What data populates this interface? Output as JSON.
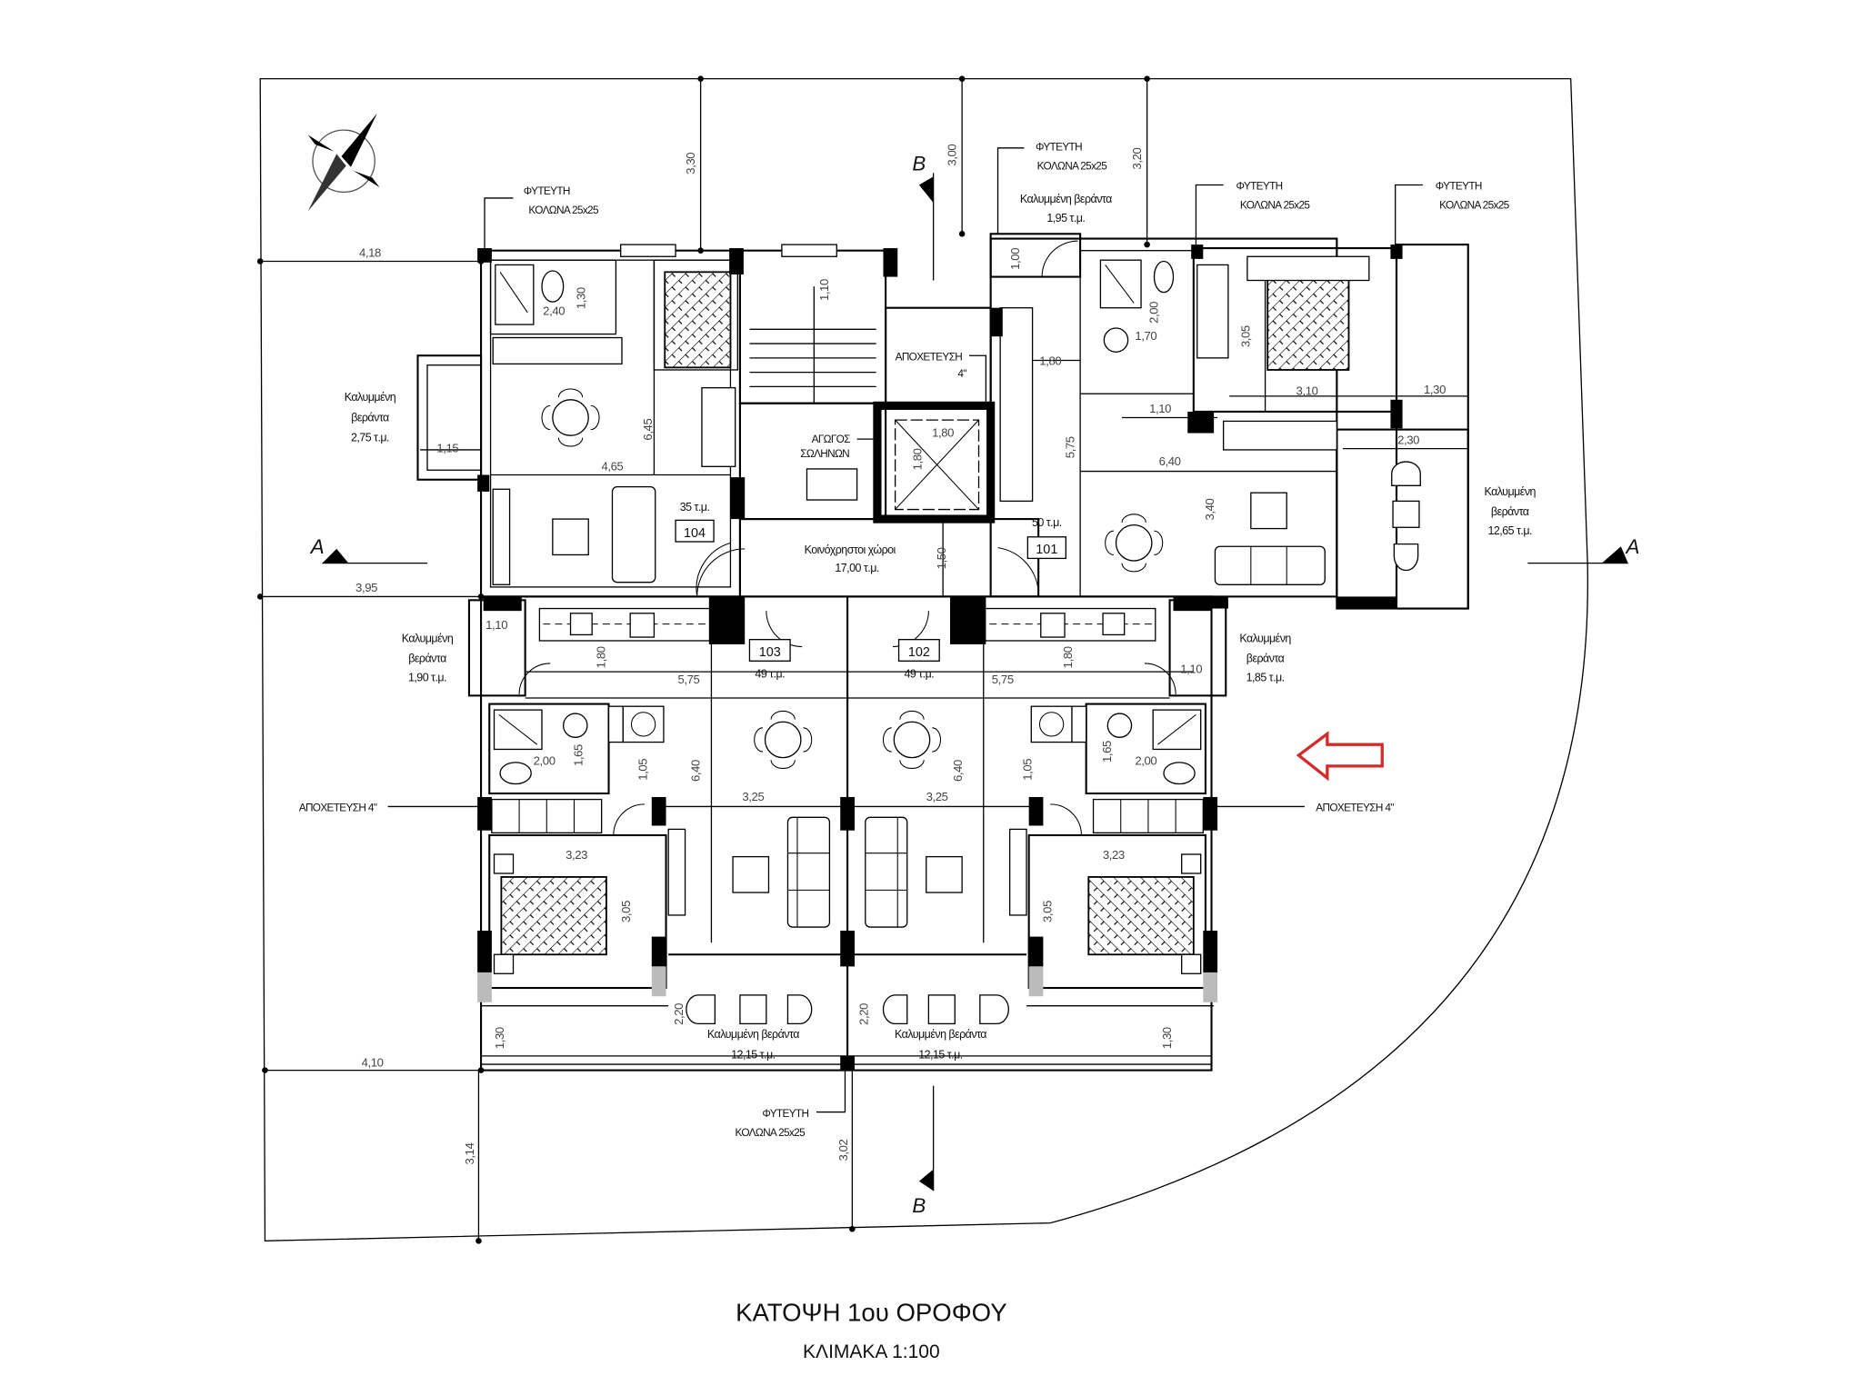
{
  "title": "ΚΑΤΟΨΗ 1ου ΟΡΟΦΟΥ",
  "scale": "ΚΛΙΜΑΚΑ 1:100",
  "section_markers": {
    "a": "A",
    "b": "B"
  },
  "column_label": {
    "line1": "ΦΥΤΕΥΤΗ",
    "line2": "ΚΟΛΩΝΑ 25x25"
  },
  "drainage": {
    "label": "ΑΠΟΧΕΤΕΥΣΗ",
    "size": "4\"",
    "full": "ΑΠΟΧΕΤΕΥΣΗ 4\""
  },
  "pipe_duct": {
    "line1": "ΑΓΩΓΟΣ",
    "line2": "ΣΩΛΗΝΩΝ"
  },
  "common_area": {
    "label": "Κοινόχρηστοι χώροι",
    "area": "17,00 τ.μ."
  },
  "units": [
    {
      "number": "104",
      "area": "35 τ.μ."
    },
    {
      "number": "101",
      "area": "50 τ.μ."
    },
    {
      "number": "103",
      "area": "49 τ.μ."
    },
    {
      "number": "102",
      "area": "49 τ.μ."
    }
  ],
  "verandas": [
    {
      "line1": "Καλυμμένη",
      "line2": "βεράντα",
      "area": "2,75 τ.μ."
    },
    {
      "line1": "Καλυμμένη βεράντα",
      "line2": "",
      "area": "1,95 τ.μ."
    },
    {
      "line1": "Καλυμμένη",
      "line2": "βεράντα",
      "area": "12,65 τ.μ."
    },
    {
      "line1": "Καλυμμένη",
      "line2": "βεράντα",
      "area": "1,90 τ.μ."
    },
    {
      "line1": "Καλυμμένη",
      "line2": "βεράντα",
      "area": "1,85 τ.μ."
    },
    {
      "line1": "Καλυμμένη βεράντα",
      "line2": "",
      "area": "12,15 τ.μ."
    },
    {
      "line1": "Καλυμμένη βεράντα",
      "line2": "",
      "area": "12,15 τ.μ."
    }
  ],
  "dimensions": [
    "4,18",
    "3,30",
    "3,00",
    "3,20",
    "1,00",
    "2,40",
    "1,30",
    "1,10",
    "6,45",
    "4,65",
    "1,15",
    "3,95",
    "1,80",
    "1,80",
    "1,80",
    "2,00",
    "1,70",
    "3,05",
    "3,10",
    "1,30",
    "1,10",
    "2,30",
    "5,75",
    "6,40",
    "3,40",
    "1,50",
    "1,10",
    "1,80",
    "5,75",
    "1,65",
    "2,00",
    "1,05",
    "6,40",
    "3,25",
    "3,23",
    "3,05",
    "2,20",
    "1,30",
    "4,10",
    "3,14",
    "3,02",
    "1,80",
    "5,75",
    "1,10",
    "6,40",
    "3,25",
    "1,05",
    "1,65",
    "2,00",
    "3,23",
    "3,05",
    "2,20",
    "1,30"
  ],
  "colors": {
    "arrow": "#d42a2a",
    "lines": "#000000"
  },
  "icons": [
    "north-arrow-icon",
    "entrance-arrow-icon"
  ]
}
